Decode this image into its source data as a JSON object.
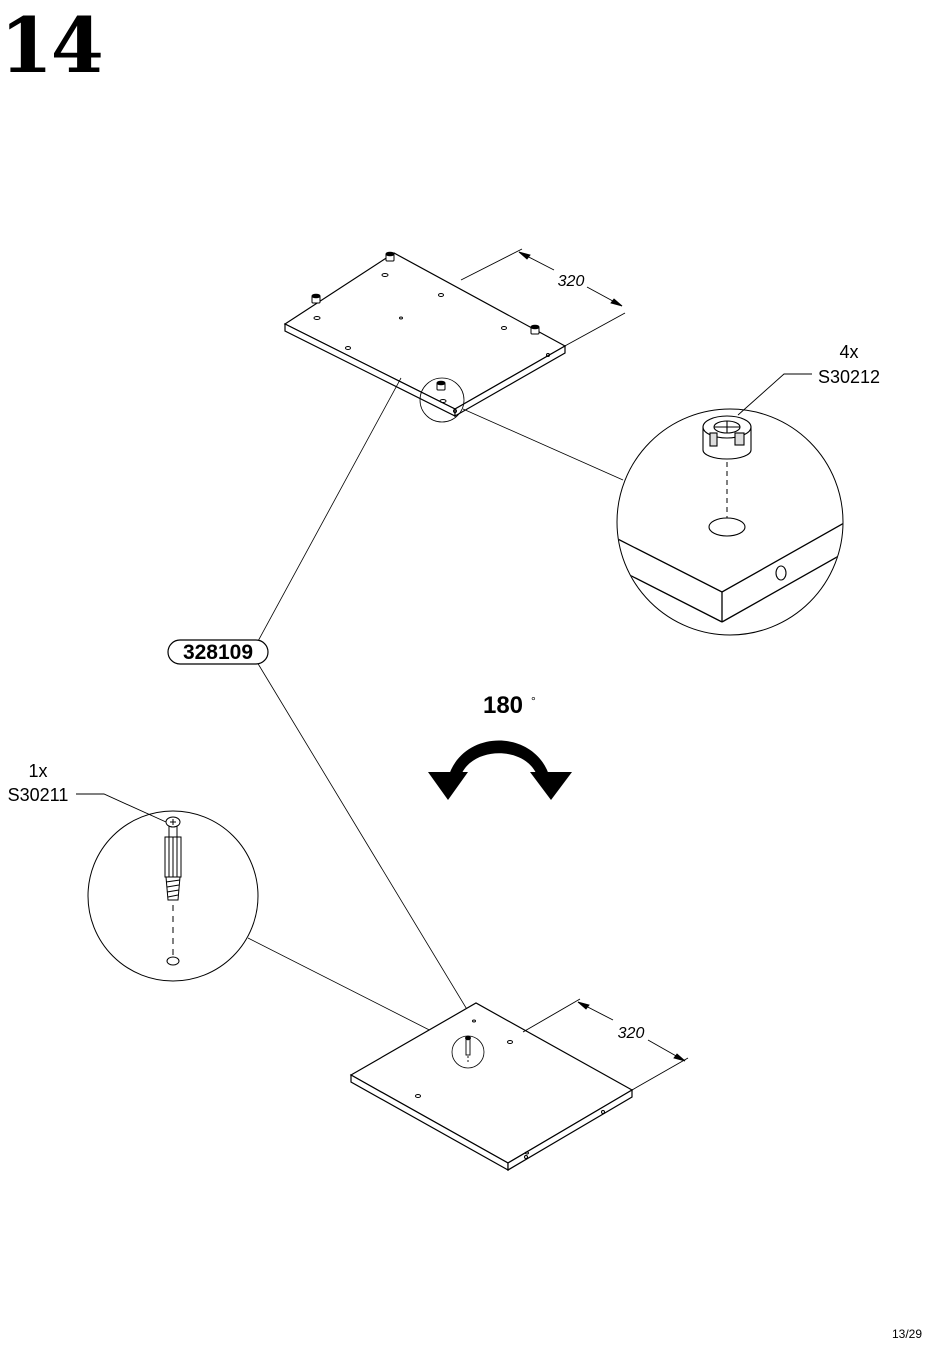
{
  "step": {
    "number": "14"
  },
  "dimensions": {
    "top_panel": "320",
    "bottom_panel": "320"
  },
  "part": {
    "code": "328109"
  },
  "rotation": {
    "value": "180",
    "unit": "°"
  },
  "hardware": [
    {
      "quantity": "4x",
      "code": "S30212"
    },
    {
      "quantity": "1x",
      "code": "S30211"
    }
  ],
  "footer": {
    "page": "13/29"
  }
}
